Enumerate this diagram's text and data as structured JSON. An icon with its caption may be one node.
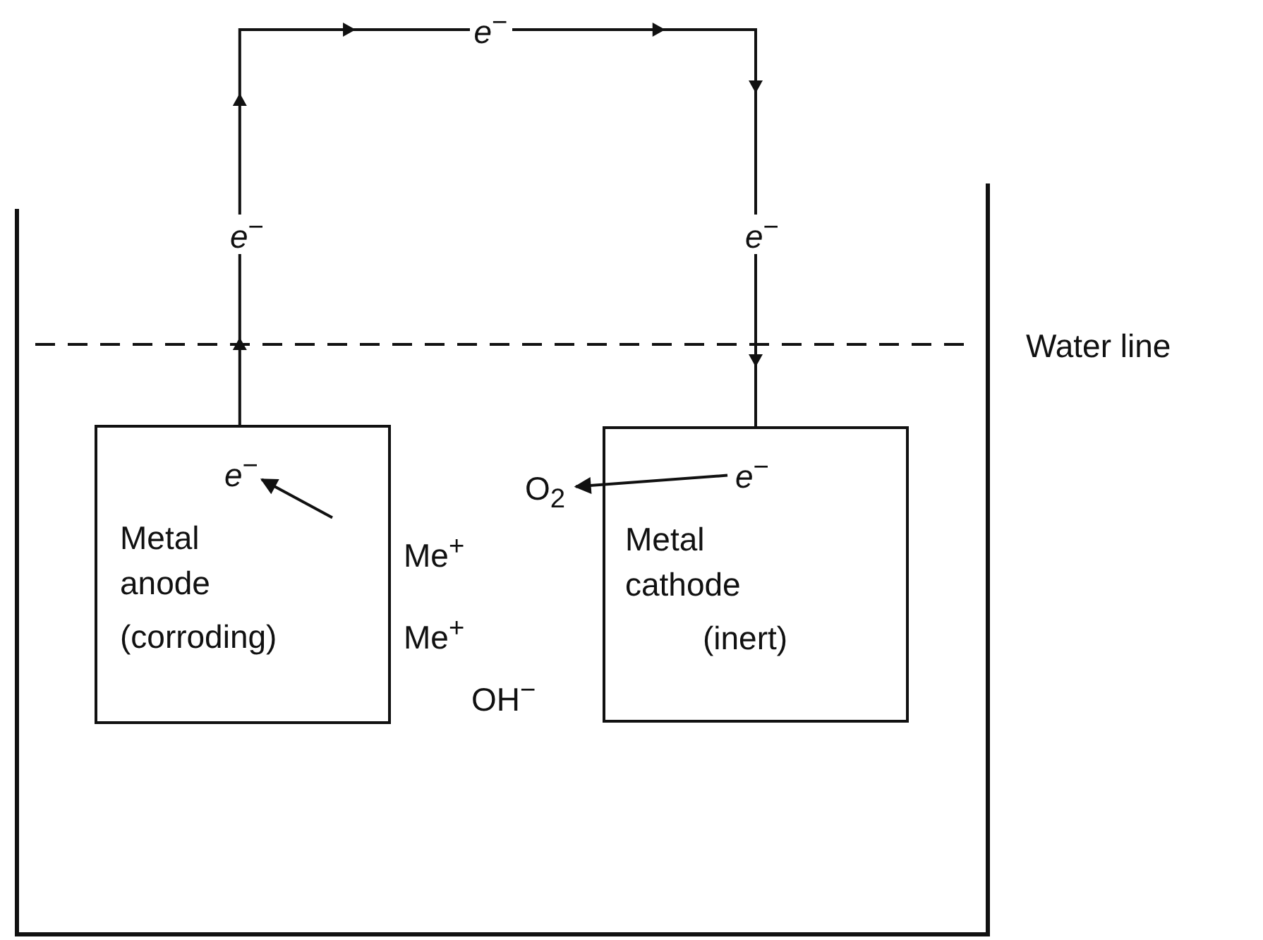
{
  "diagram": {
    "nodes": [
      {
        "text": [
          "Metal anode",
          "(corroding)"
        ]
      },
      {
        "text": [
          "*e*$^{−}$"
        ],
        "in": 0
      },
      {
        "text": [
          "Metal cathode",
          "(inert)"
        ]
      },
      {
        "text": [
          "*e*$^{−}$"
        ],
        "in": 2
      },
      {
        "text": [
          "O$_{2}$"
        ]
      }
    ],
    "edges": [
      {
        "from": 0,
        "to": 2,
        "arrow": "to",
        "label": "*e*$^{−}$"
      },
      {
        "from": null,
        "to": 1,
        "arrow": "to"
      },
      {
        "from": 3,
        "to": 4,
        "arrow": "to"
      }
    ],
    "labels": [
      "*e*$^{−}$",
      "*e*$^{−}$",
      "Me$^{+}$",
      "Me$^{+}$",
      "OH$^{−}$",
      "Water line"
    ]
  }
}
